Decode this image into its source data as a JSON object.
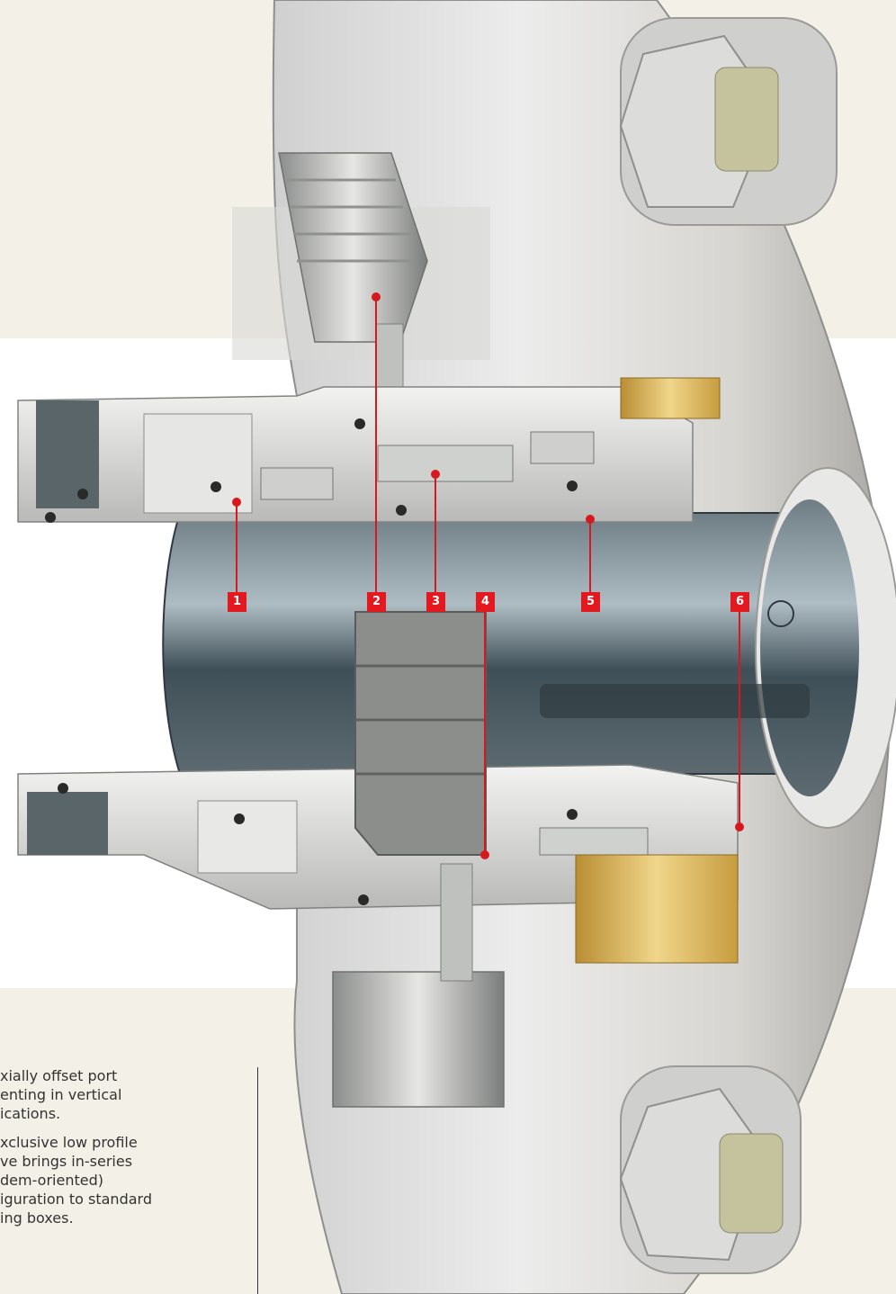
{
  "callouts": [
    "1",
    "2",
    "3",
    "4",
    "5",
    "6"
  ],
  "colors": {
    "callout": "#e3191f",
    "background": "#f3f0e8",
    "band": "#ffffff",
    "metal_light": "#e4e5e4",
    "metal_dark": "#3e4a52",
    "gold": "#d6b24c"
  },
  "feature_text": {
    "item1": [
      "xially offset port",
      "enting in vertical",
      "ications."
    ],
    "item2": [
      "xclusive low profile",
      "ve brings in-series",
      "dem-oriented)",
      "iguration to standard",
      "ing boxes."
    ]
  }
}
